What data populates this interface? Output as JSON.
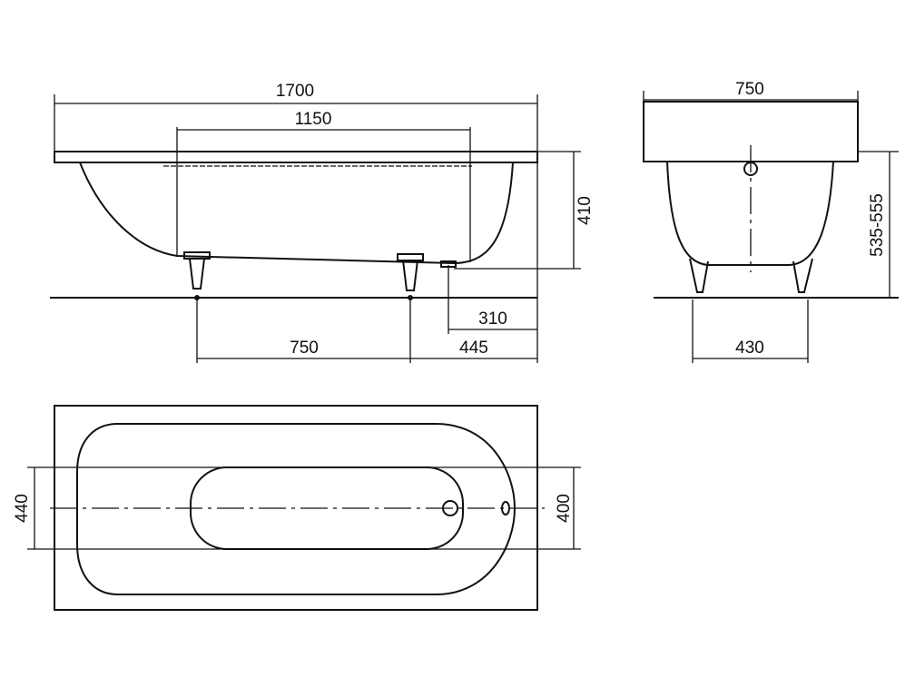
{
  "title": "Bathtub dimension drawing",
  "side_view": {
    "overall_length": "1700",
    "inner_length": "1150",
    "height_rim": "410",
    "drain_offset": "310",
    "feet_spacing": "750",
    "foot_offset": "445"
  },
  "end_view": {
    "overall_width": "750",
    "total_height": "535-555",
    "feet_width": "430"
  },
  "top_view": {
    "inner_width": "440",
    "bottom_width": "400"
  }
}
